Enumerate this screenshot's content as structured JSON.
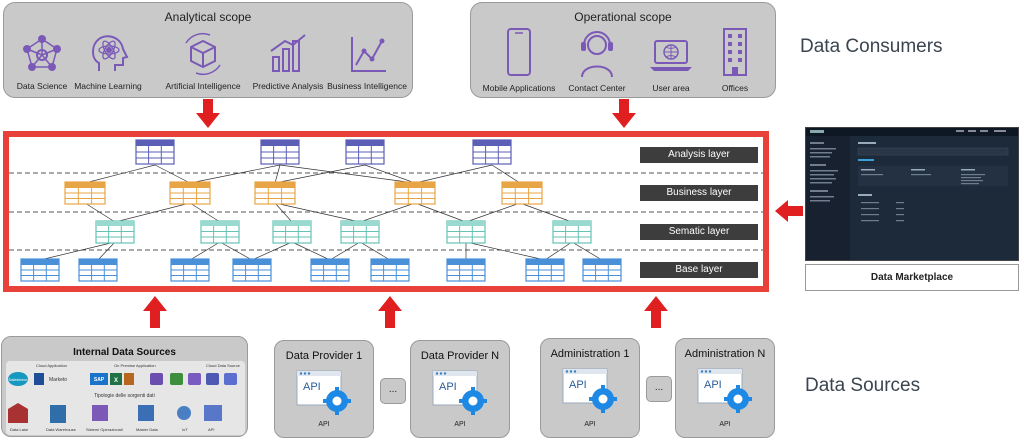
{
  "consumers": {
    "analytical": {
      "title": "Analytical scope",
      "items": [
        "Data Science",
        "Machine Learning",
        "Artificial Intelligence",
        "Predictive Analysis",
        "Business Intelligence"
      ]
    },
    "operational": {
      "title": "Operational scope",
      "items": [
        "Mobile Applications",
        "Contact Center",
        "User area",
        "Offices"
      ]
    },
    "label": "Data Consumers"
  },
  "layers": [
    "Analysis layer",
    "Business layer",
    "Sematic layer",
    "Base layer"
  ],
  "marketplace": {
    "label": "Data Marketplace"
  },
  "sources": {
    "label": "Data Sources",
    "internal": {
      "title": "Internal Data Sources",
      "group1_label": "Cloud Application",
      "group2_label": "On Premise Application",
      "group3_label": "Cloud Data Source",
      "logos": [
        "Salesforce",
        "Marketo",
        "SAP",
        "X"
      ],
      "types_title": "Tipologie delle sorgenti dati",
      "types": [
        "Data Lake",
        "Data Warehouse",
        "Sistemi Operazionali",
        "Master Data",
        "IoT",
        "API"
      ]
    },
    "providers": [
      {
        "title": "Data Provider 1",
        "api": "API",
        "caption": "API"
      },
      {
        "title": "Data Provider N",
        "api": "API",
        "caption": "API"
      }
    ],
    "admins": [
      {
        "title": "Administration 1",
        "api": "API",
        "caption": "API"
      },
      {
        "title": "Administration N",
        "api": "API",
        "caption": "API"
      }
    ],
    "ellipsis": "..."
  },
  "colors": {
    "accent_red": "#e8413a",
    "analysis_table": "#5b5fb5",
    "business_table": "#e8a546",
    "semantic_table": "#66c2b3",
    "base_table": "#4a90d9",
    "icon_purple": "#7b5ab7"
  }
}
